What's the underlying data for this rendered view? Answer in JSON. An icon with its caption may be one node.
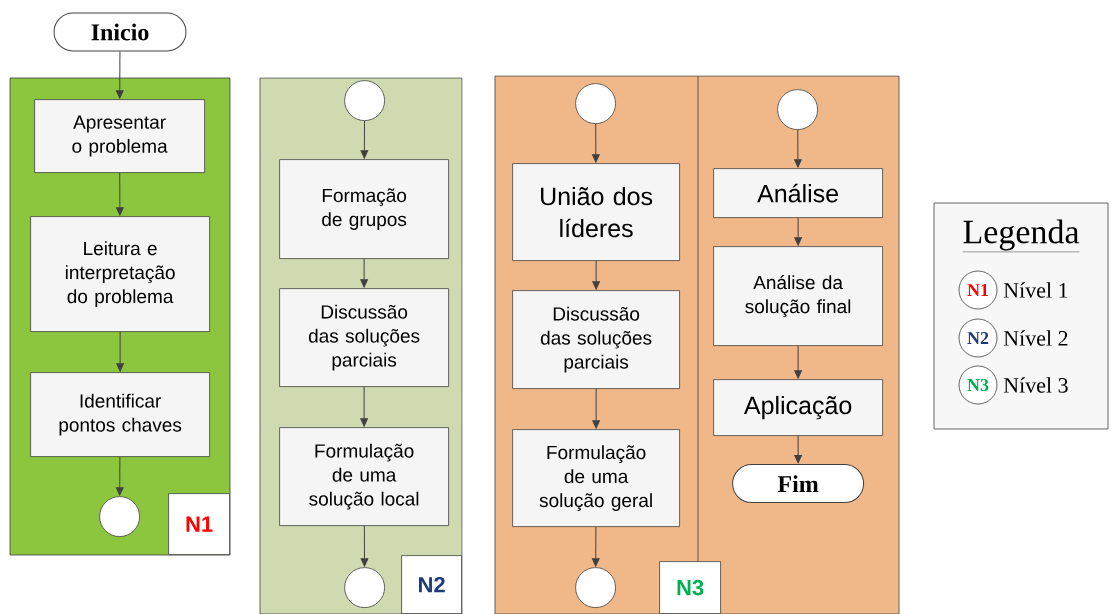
{
  "diagram": {
    "nodes": [
      {
        "text": [
          "Inicio"
        ]
      },
      {
        "text": [],
        "shape": "box"
      },
      {
        "text": [
          "Apresentar o problema"
        ],
        "in": 1
      },
      {
        "text": [
          "Leitura e interpretação do problema"
        ],
        "in": 1
      },
      {
        "text": [
          "Identificar pontos chaves"
        ],
        "in": 1
      },
      {
        "text": [],
        "shape": "circle",
        "in": 1
      },
      {
        "text": [
          "N1"
        ],
        "in": 1
      },
      {
        "text": [],
        "shape": "box"
      },
      {
        "text": [],
        "shape": "circle",
        "in": 7
      },
      {
        "text": [
          "Formação de grupos"
        ],
        "in": 7
      },
      {
        "text": [
          "Discussão das soluções parciais"
        ],
        "in": 7
      },
      {
        "text": [
          "Formulação de uma solução local"
        ],
        "in": 7
      },
      {
        "text": [],
        "shape": "circle",
        "in": 7
      },
      {
        "text": [
          "N2"
        ],
        "in": 7
      },
      {
        "text": [],
        "shape": "box"
      },
      {
        "text": [],
        "shape": "circle",
        "in": 14
      },
      {
        "text": [
          "União dos líderes"
        ],
        "in": 14
      },
      {
        "text": [
          "Discussão das soluções parciais"
        ],
        "in": 14
      },
      {
        "text": [
          "Formulação de uma solução geral"
        ],
        "in": 14
      },
      {
        "text": [],
        "shape": "circle",
        "in": 14
      },
      {
        "text": [
          "N3"
        ],
        "in": 14
      },
      {
        "text": [],
        "shape": "circle",
        "in": 14
      },
      {
        "text": [
          "Análise"
        ],
        "in": 14
      },
      {
        "text": [
          "Análise da solução final"
        ],
        "in": 14
      },
      {
        "text": [
          "Aplicação"
        ],
        "in": 14
      },
      {
        "text": [
          "Fim"
        ],
        "in": 14
      },
      {
        "text": [
          "N1"
        ]
      },
      {
        "text": [
          "N2"
        ]
      },
      {
        "text": [
          "N3"
        ]
      }
    ],
    "edges": [
      {
        "from": 0,
        "to": 2,
        "arrow": "to"
      },
      {
        "from": 2,
        "to": 3,
        "arrow": "to"
      },
      {
        "from": 3,
        "to": 4,
        "arrow": "to"
      },
      {
        "from": 4,
        "to": 5,
        "arrow": "to"
      },
      {
        "from": 8,
        "to": 9,
        "arrow": "to"
      },
      {
        "from": 9,
        "to": 10,
        "arrow": "to"
      },
      {
        "from": 10,
        "to": 11,
        "arrow": "to"
      },
      {
        "from": 11,
        "to": 12,
        "arrow": "to"
      },
      {
        "from": 15,
        "to": 16,
        "arrow": "to"
      },
      {
        "from": 16,
        "to": 17,
        "arrow": "to"
      },
      {
        "from": 17,
        "to": 18,
        "arrow": "to"
      },
      {
        "from": 18,
        "to": 19,
        "arrow": "to"
      },
      {
        "from": 21,
        "to": 22,
        "arrow": "to"
      },
      {
        "from": 22,
        "to": 23,
        "arrow": "to"
      },
      {
        "from": 23,
        "to": 24,
        "arrow": "to"
      },
      {
        "from": 24,
        "to": 25,
        "arrow": "to"
      }
    ],
    "labels": [
      "Legenda"
    ],
    "legend": [
      {
        "text": "Nível 1"
      },
      {
        "text": "Nível 2"
      },
      {
        "text": "Nível 3"
      }
    ]
  }
}
